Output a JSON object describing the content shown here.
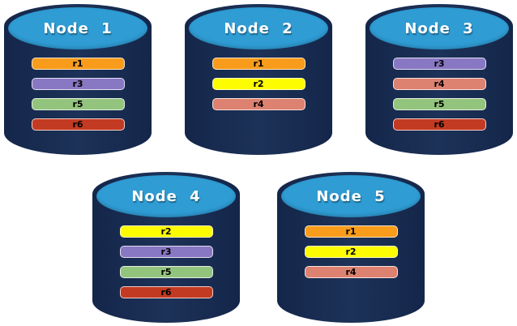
{
  "diagram": {
    "background": "#ffffff",
    "description_colors": {
      "cylinder_body": "#16294e",
      "cylinder_top": "#2f9cd4",
      "node_title_text": "#ffffff",
      "bar_label_text": "#000000"
    },
    "replica_colors": {
      "r1": "#f99b1b",
      "r2": "#fdfc00",
      "r3": "#8878c3",
      "r4": "#dd8170",
      "r5": "#93c47d",
      "r6": "#c33a22"
    },
    "nodes": [
      {
        "title": "Node 1",
        "row": 1,
        "replicas": [
          "r1",
          "r3",
          "r5",
          "r6"
        ]
      },
      {
        "title": "Node 2",
        "row": 1,
        "replicas": [
          "r1",
          "r2",
          "r4"
        ]
      },
      {
        "title": "Node 3",
        "row": 1,
        "replicas": [
          "r3",
          "r4",
          "r5",
          "r6"
        ]
      },
      {
        "title": "Node 4",
        "row": 2,
        "replicas": [
          "r2",
          "r3",
          "r5",
          "r6"
        ]
      },
      {
        "title": "Node 5",
        "row": 2,
        "replicas": [
          "r1",
          "r2",
          "r4"
        ]
      }
    ]
  }
}
